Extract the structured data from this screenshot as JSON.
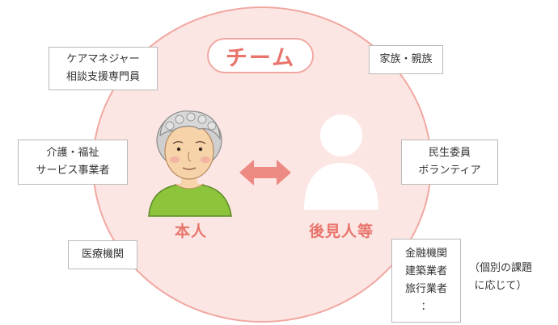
{
  "title": "チーム",
  "center": {
    "person_label": "本人",
    "guardian_label": "後見人等"
  },
  "boxes": {
    "care_manager": [
      "ケアマネジャー",
      "相談支援専門員"
    ],
    "care_welfare": [
      "介護・福祉",
      "サービス事業者"
    ],
    "medical": [
      "医療機関"
    ],
    "family": [
      "家族・親族"
    ],
    "volunteer": [
      "民生委員",
      "ボランティア"
    ],
    "business": [
      "金融機関",
      "建築業者",
      "旅行業者",
      "："
    ]
  },
  "note": [
    "（個別の課題",
    "に応じて）"
  ],
  "colors": {
    "accent": "#e8746b",
    "circle_fill": "#fce6e4",
    "circle_border": "#f1a7a1"
  }
}
